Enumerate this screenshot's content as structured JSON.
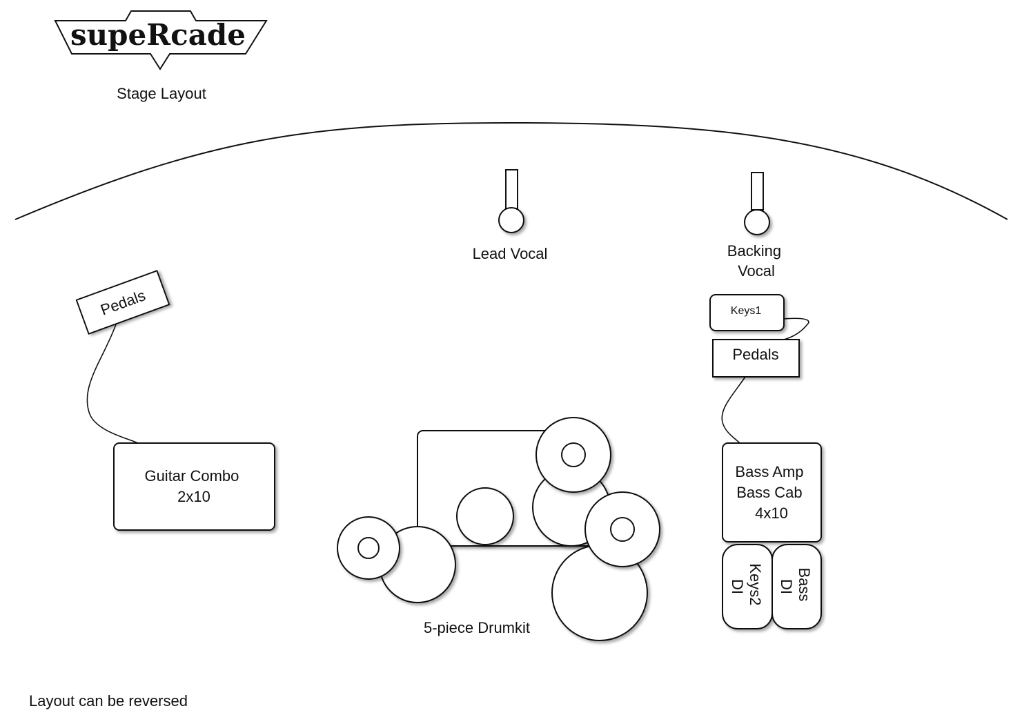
{
  "logo": {
    "text": "supeRcade"
  },
  "title": "Stage Layout",
  "mics": [
    {
      "id": "lead",
      "label": "Lead Vocal"
    },
    {
      "id": "backing",
      "label_lines": [
        "Backing",
        "Vocal"
      ]
    }
  ],
  "equipment": {
    "guitar_pedals": "Pedals",
    "guitar_combo": [
      "Guitar Combo",
      "2x10"
    ],
    "keys1": "Keys1",
    "bass_pedals": "Pedals",
    "bass_amp": [
      "Bass Amp",
      "Bass Cab",
      "4x10"
    ],
    "keys2_di": [
      "Keys2",
      "DI"
    ],
    "bass_di": [
      "Bass",
      "DI"
    ],
    "drumkit": "5-piece Drumkit"
  },
  "footnote": "Layout can be reversed"
}
